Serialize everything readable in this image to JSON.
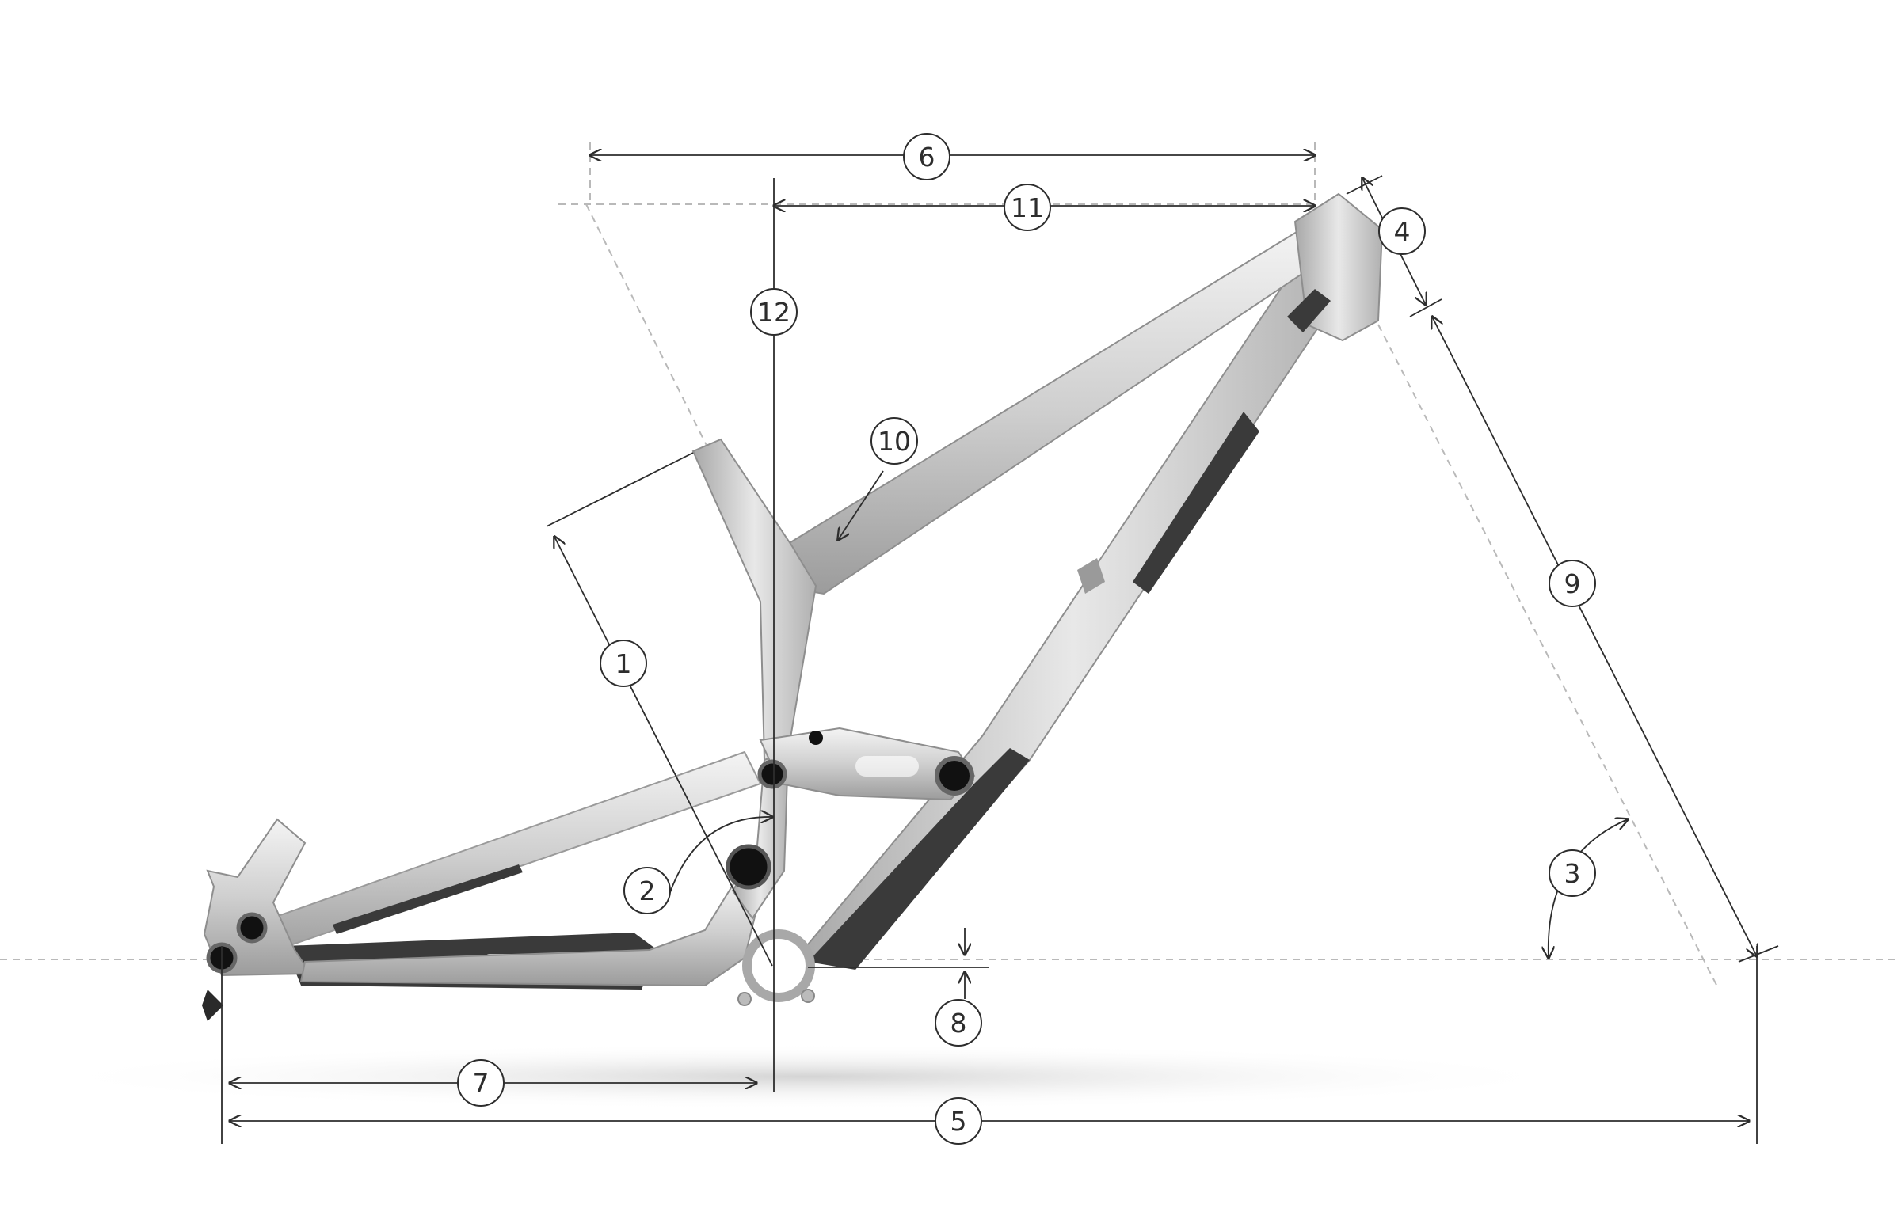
{
  "diagram": {
    "colors": {
      "frame_light": "#e6e6e6",
      "frame_mid": "#bdbdbd",
      "frame_dark": "#8e8e8e",
      "rubber": "#3a3a3a",
      "dimension_line": "#2d2d2d",
      "guide_line": "#b9b9b9"
    },
    "callouts": [
      {
        "key": "c1",
        "label": "1"
      },
      {
        "key": "c2",
        "label": "2"
      },
      {
        "key": "c3",
        "label": "3"
      },
      {
        "key": "c4",
        "label": "4"
      },
      {
        "key": "c5",
        "label": "5"
      },
      {
        "key": "c6",
        "label": "6"
      },
      {
        "key": "c7",
        "label": "7"
      },
      {
        "key": "c8",
        "label": "8"
      },
      {
        "key": "c9",
        "label": "9"
      },
      {
        "key": "c10",
        "label": "10"
      },
      {
        "key": "c11",
        "label": "11"
      },
      {
        "key": "c12",
        "label": "12"
      }
    ]
  }
}
